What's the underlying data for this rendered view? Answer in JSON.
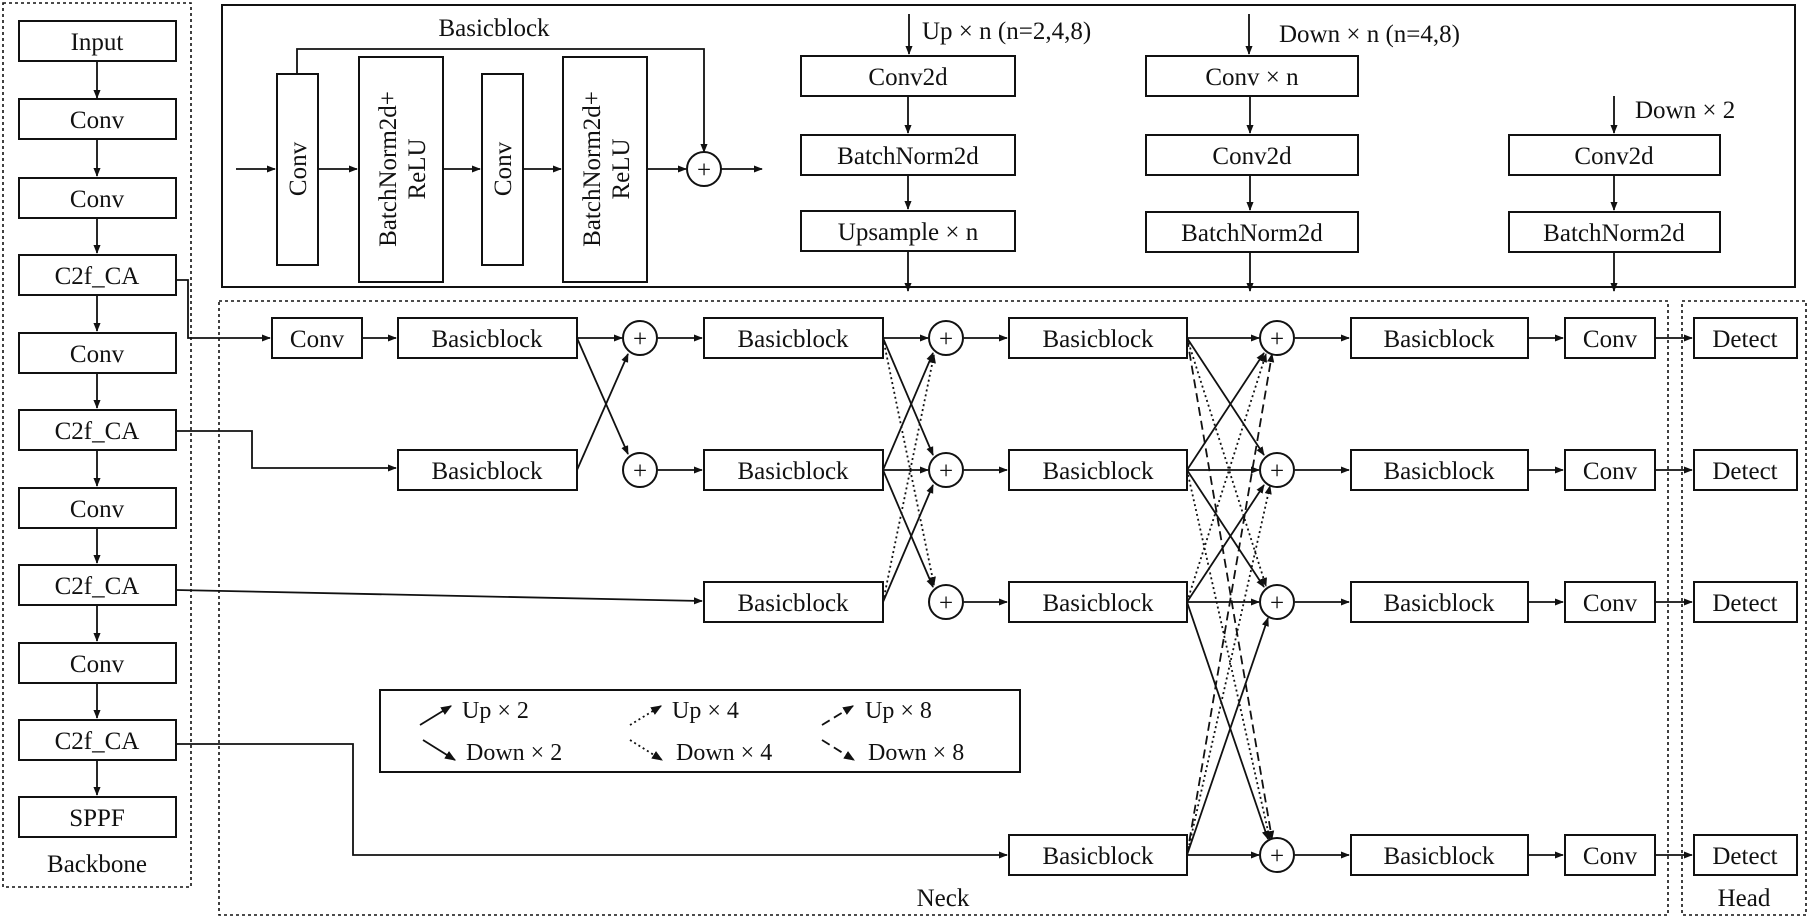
{
  "backbone": {
    "label": "Backbone",
    "layers": [
      "Input",
      "Conv",
      "Conv",
      "C2f_CA",
      "Conv",
      "C2f_CA",
      "Conv",
      "C2f_CA",
      "Conv",
      "C2f_CA",
      "SPPF"
    ]
  },
  "neck": {
    "label": "Neck",
    "conv": "Conv",
    "block": "Basicblock",
    "plus": "+"
  },
  "head": {
    "label": "Head",
    "conv": "Conv",
    "detect": "Detect"
  },
  "top": {
    "basicblock_title": "Basicblock",
    "bb_conv": "Conv",
    "bb_bn_l1": "BatchNorm2d+",
    "bb_bn_l2": "ReLU",
    "up_title": "Up × n (n=2,4,8)",
    "up_layers": [
      "Conv2d",
      "BatchNorm2d",
      "Upsample × n"
    ],
    "down_title": "Down × n (n=4,8)",
    "down_layers": [
      "Conv × n",
      "Conv2d",
      "BatchNorm2d"
    ],
    "down2_title": "Down × 2",
    "down2_layers": [
      "Conv2d",
      "BatchNorm2d"
    ]
  },
  "legend": {
    "items": [
      "Up × 2",
      "Up × 4",
      "Up × 8",
      "Down × 2",
      "Down × 4",
      "Down × 8"
    ]
  }
}
